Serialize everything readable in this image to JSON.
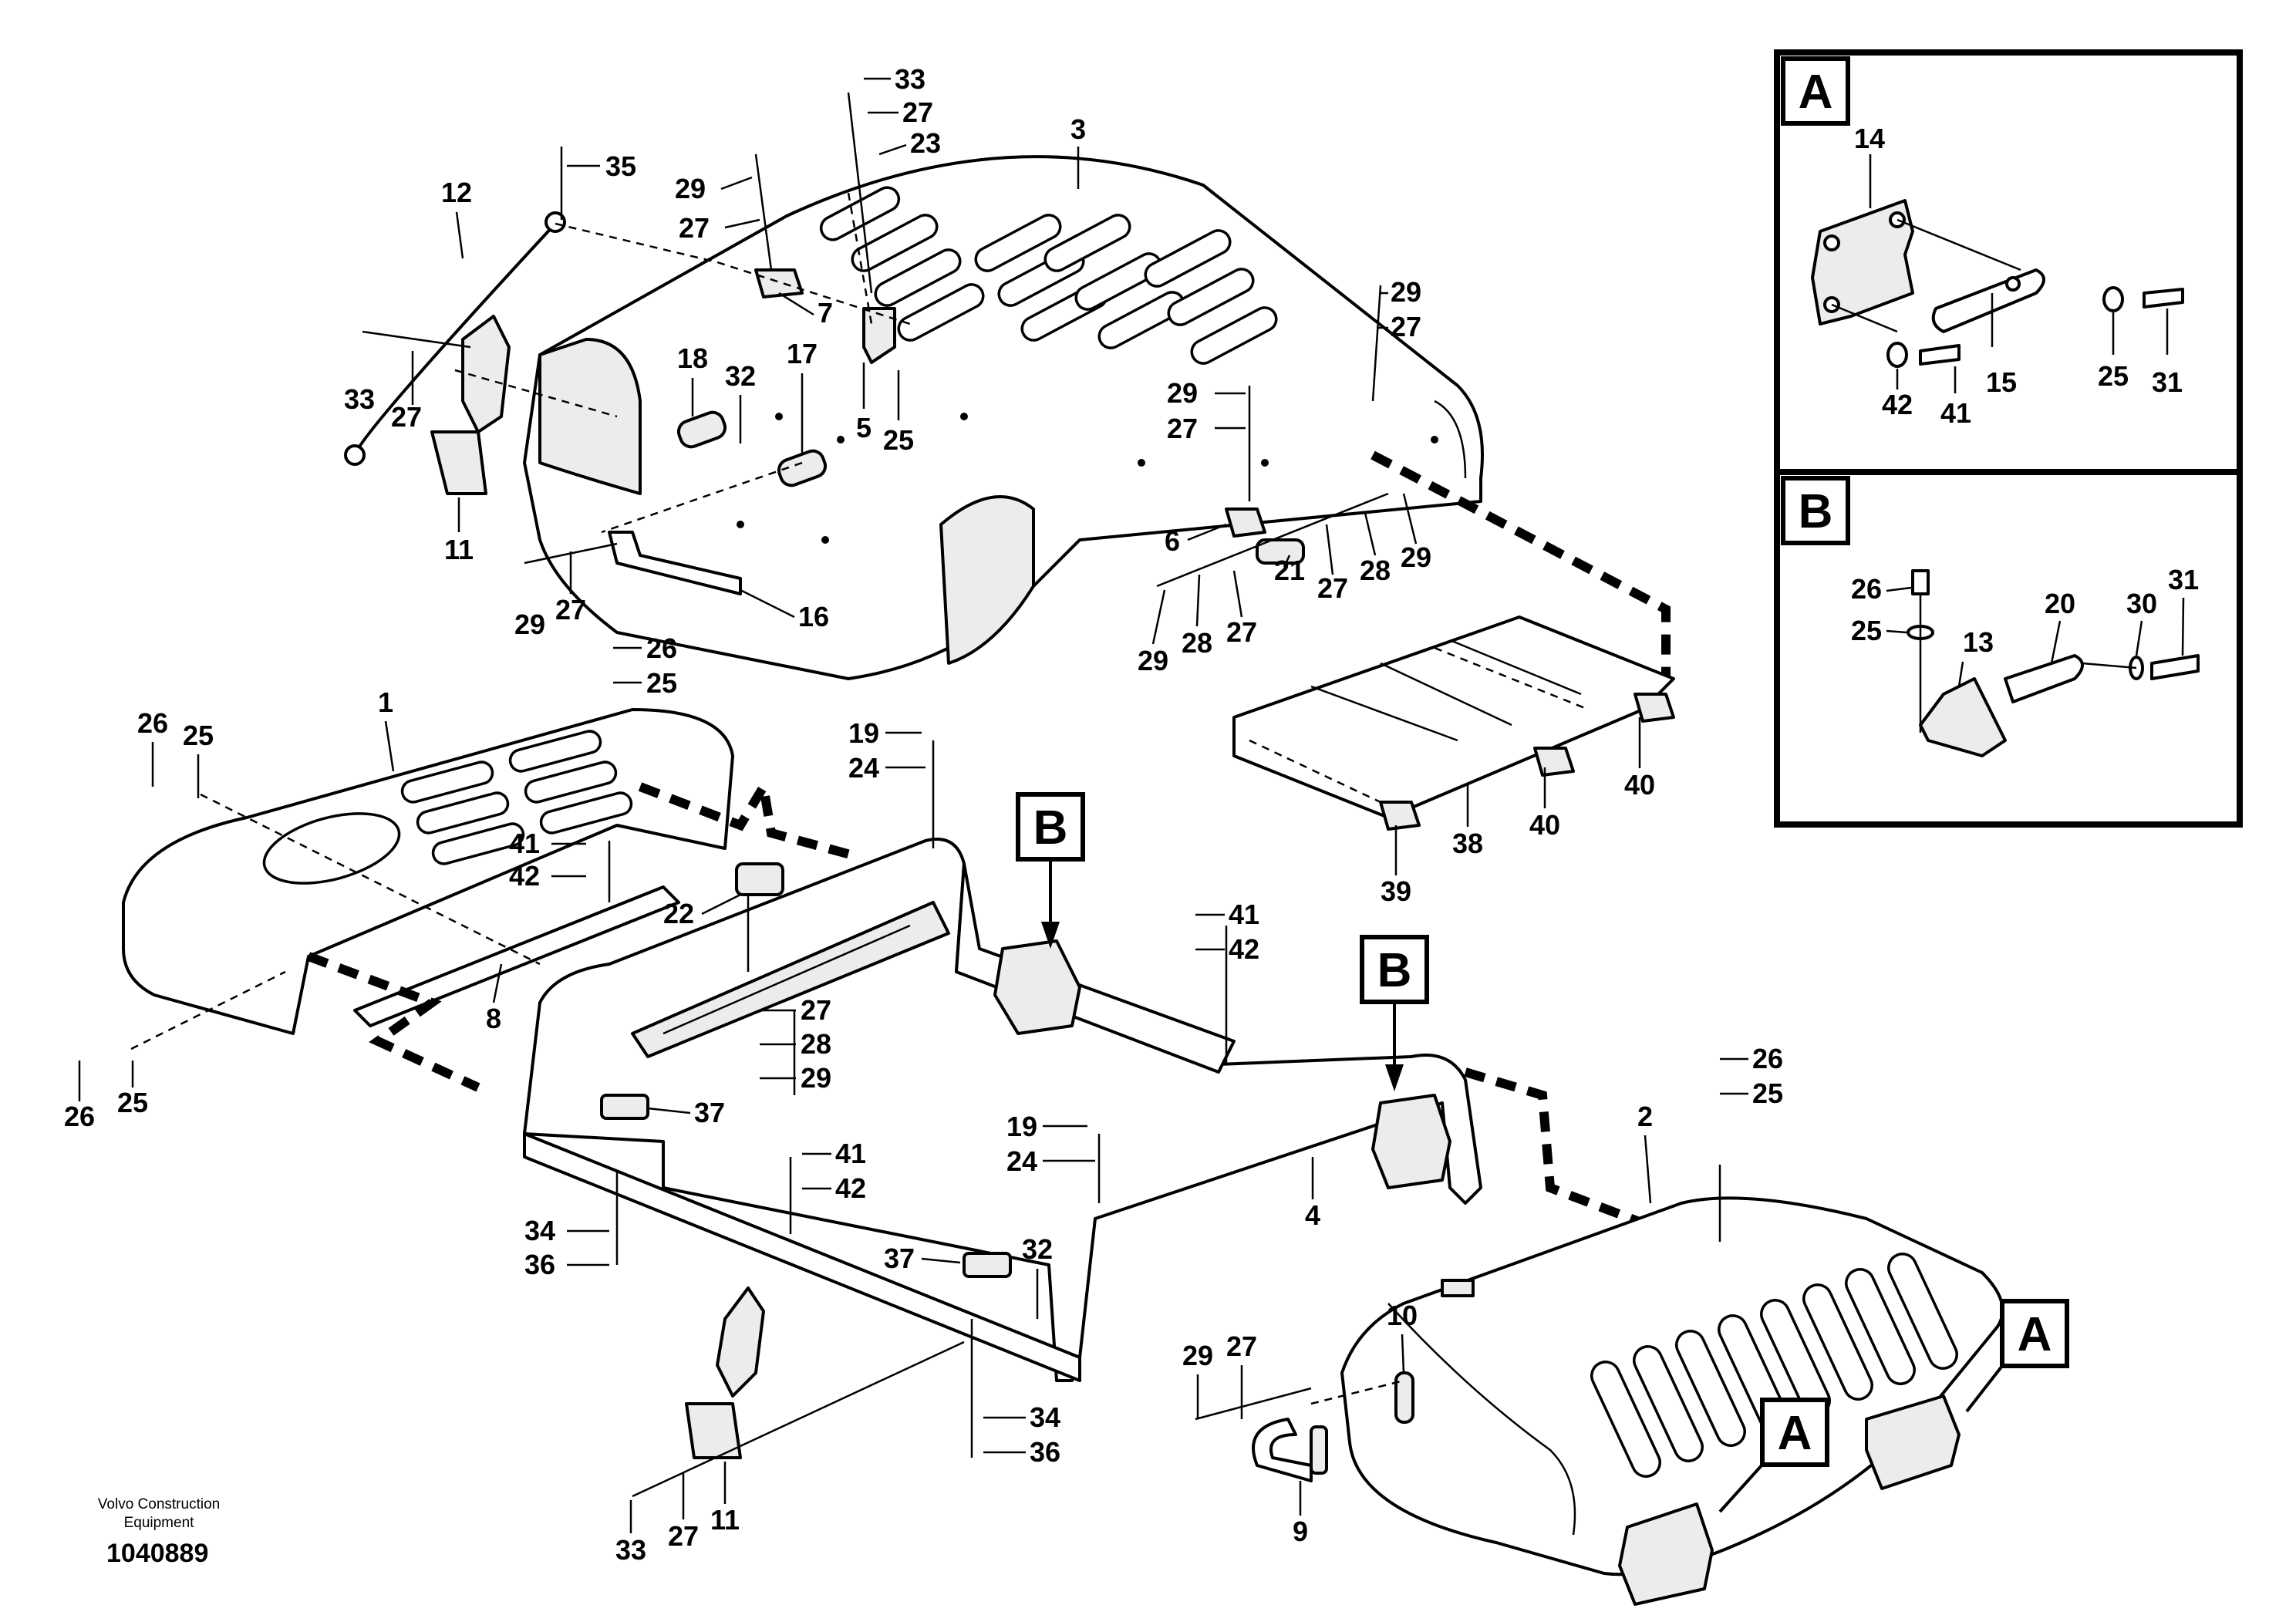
{
  "drawing": {
    "publisher_line1": "Volvo Construction",
    "publisher_line2": "Equipment",
    "number": "1040889"
  },
  "detail_views": {
    "a": {
      "tag": "A",
      "labels": {
        "p14": "14",
        "p15": "15",
        "p25": "25",
        "p31": "31",
        "p42": "42",
        "p41": "41"
      }
    },
    "b": {
      "tag": "B",
      "labels": {
        "p26": "26",
        "p25": "25",
        "p13": "13",
        "p20": "20",
        "p30": "30",
        "p31": "31"
      }
    }
  },
  "view_tags": {
    "b_left": "B",
    "b_right": "B",
    "a_right": "A",
    "a_bottom": "A"
  },
  "top_cover": {
    "p3": "3",
    "p33": "33",
    "p27a": "27",
    "p23": "23",
    "p29a": "29",
    "p27b": "27",
    "p35": "35",
    "p12": "12",
    "p7": "7",
    "p33b": "33",
    "p27c": "27",
    "p18": "18",
    "p32": "32",
    "p17": "17",
    "p5": "5",
    "p25": "25",
    "p11": "11",
    "p29b": "29",
    "p27d": "27",
    "p16": "16",
    "p29c": "29",
    "p27e": "27",
    "p29d": "29",
    "p27f": "27",
    "p6": "6",
    "p21": "21",
    "p27g": "27",
    "p28a": "28",
    "p29e": "29",
    "p29f": "29",
    "p28b": "28",
    "p27h": "27"
  },
  "tray": {
    "p38": "38",
    "p39": "39",
    "p40a": "40",
    "p40b": "40"
  },
  "left_cover": {
    "p1": "1",
    "p26a": "26",
    "p25a": "25",
    "p26b": "26",
    "p25b": "25",
    "p41": "41",
    "p42": "42",
    "p8": "8",
    "p26c": "26",
    "p25c": "25"
  },
  "frame": {
    "p19a": "19",
    "p24a": "24",
    "p22": "22",
    "p27": "27",
    "p28": "28",
    "p29": "29",
    "p37a": "37",
    "p41a": "41",
    "p42a": "42",
    "p34a": "34",
    "p36a": "36",
    "p41b": "41",
    "p42b": "42",
    "p19b": "19",
    "p24b": "24",
    "p4": "4",
    "p37b": "37",
    "p32": "32",
    "p34b": "34",
    "p36b": "36",
    "p33": "33",
    "p27b": "27",
    "p11": "11"
  },
  "right_cover": {
    "p2": "2",
    "p26": "26",
    "p25": "25",
    "p10": "10",
    "p29": "29",
    "p27": "27",
    "p9": "9"
  }
}
